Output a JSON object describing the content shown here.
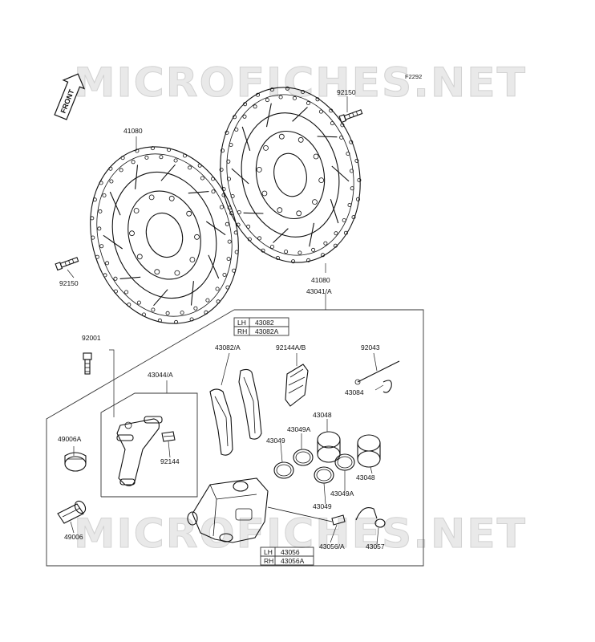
{
  "watermark": "MICROFICHES.NET",
  "figure_code": "F2292",
  "front_label": "FRONT",
  "parts": {
    "disc_left": "41080",
    "disc_right": "41080",
    "bolt_right": "92150",
    "bolt_left": "92150",
    "caliper_assy": "43041/A",
    "pad_assy": "43082/A",
    "spring": "92144A/B",
    "pin": "92043",
    "clip": "43084",
    "bolt_caliper": "92001",
    "bracket_assy": "43044/A",
    "bracket_spring": "92144",
    "boot_upper": "49006A",
    "boot_lower": "49006",
    "piston_top": "43048",
    "piston_right": "43048",
    "seal_a_top": "43049A",
    "seal_a_right": "43049A",
    "seal_left": "43049",
    "seal_bottom": "43049",
    "bleeder": "43056/A",
    "cap": "43057"
  },
  "pad_table": [
    {
      "side": "LH",
      "part": "43082"
    },
    {
      "side": "RH",
      "part": "43082A"
    }
  ],
  "caliper_table": [
    {
      "side": "LH",
      "part": "43056"
    },
    {
      "side": "RH",
      "part": "43056A"
    }
  ]
}
